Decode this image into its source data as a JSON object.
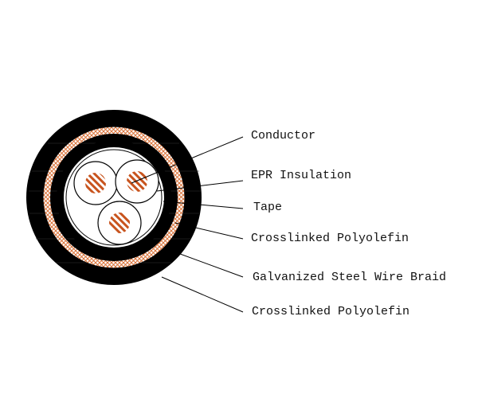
{
  "diagram": {
    "labels": [
      "Conductor",
      "EPR Insulation",
      "Tape",
      "Crosslinked Polyolefin",
      "Galvanized Steel Wire Braid",
      "Crosslinked Polyolefin"
    ]
  },
  "colors": {
    "sheath": "#000000",
    "braid": "#d9733a",
    "copper": "#c8541e"
  }
}
